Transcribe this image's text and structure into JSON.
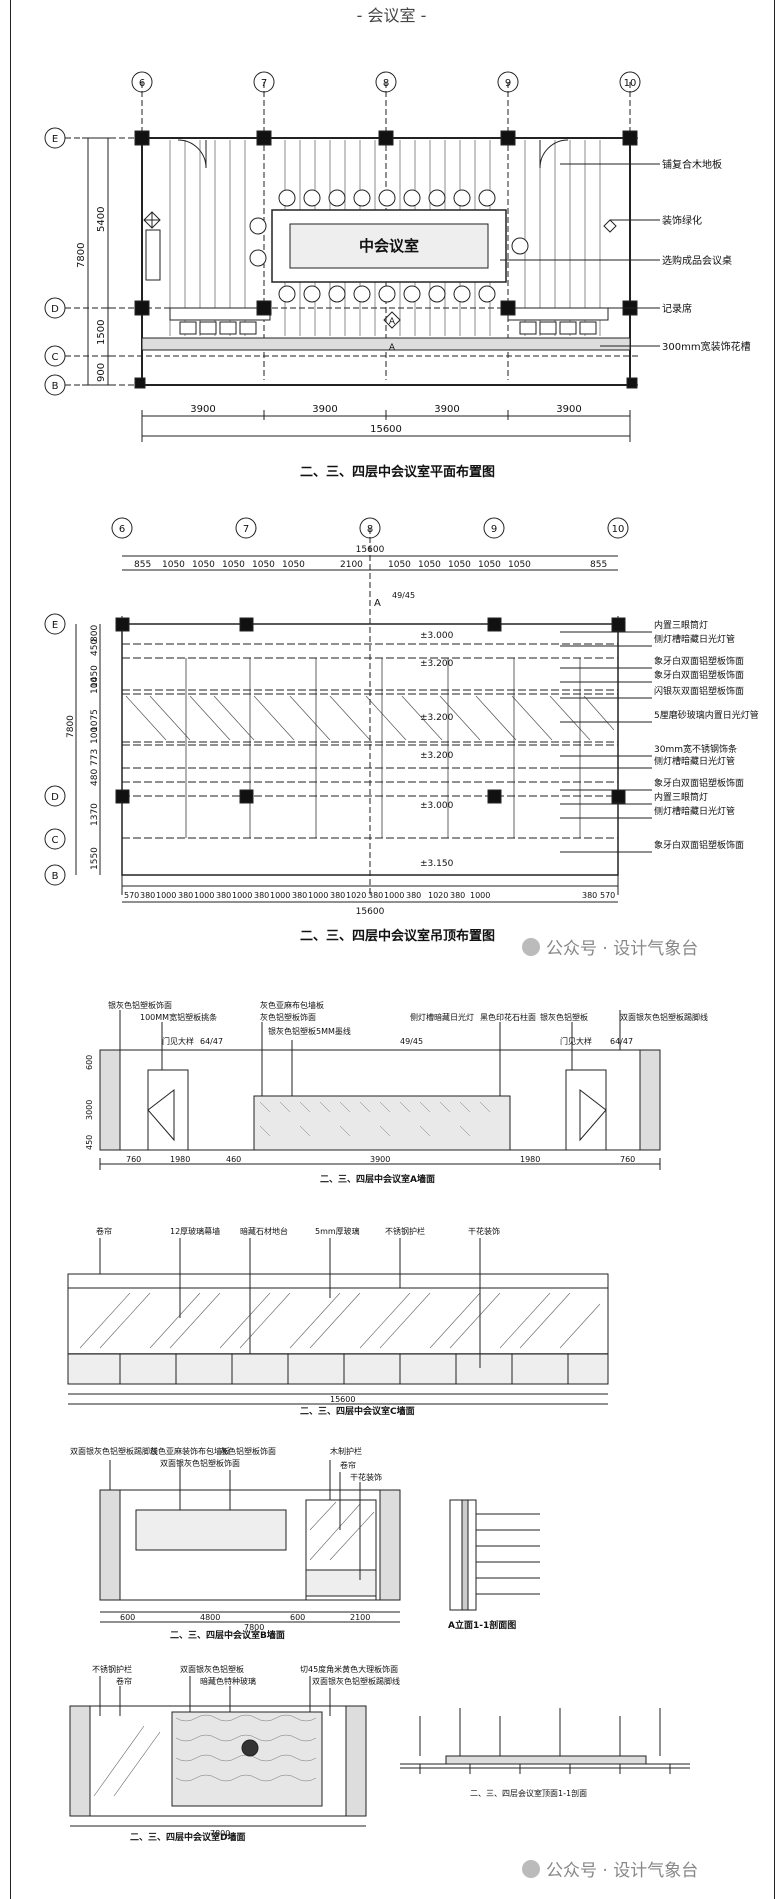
{
  "header": {
    "title": "- 会议室 -"
  },
  "plan1": {
    "axes_top": [
      "6",
      "7",
      "8",
      "9",
      "10"
    ],
    "axes_left": [
      "E",
      "D",
      "C",
      "B"
    ],
    "dims_left": [
      "7800",
      "5400",
      "1500",
      "900"
    ],
    "dims_bottom": [
      "3900",
      "3900",
      "3900",
      "3900"
    ],
    "total": "15600",
    "table_label": "中会议室",
    "callouts": [
      "铺复合木地板",
      "装饰绿化",
      "选购成品会议桌",
      "记录席",
      "300mm宽装饰花槽"
    ],
    "caption": "二、三、四层中会议室平面布置图",
    "A_marks": [
      "A",
      "A"
    ]
  },
  "plan2": {
    "axes_top": [
      "6",
      "7",
      "8",
      "9",
      "10"
    ],
    "axes_left": [
      "E",
      "D",
      "C",
      "B"
    ],
    "total_top": "15600",
    "top_dims": [
      "855",
      "1050",
      "1050",
      "1050",
      "1050",
      "1050",
      "2100",
      "1050",
      "1050",
      "1050",
      "1050",
      "1050",
      "855"
    ],
    "left_dims": [
      "800",
      "450",
      "1450",
      "100",
      "1075",
      "100",
      "773",
      "480",
      "7800",
      "1370",
      "1550"
    ],
    "bottom_dims": [
      "570",
      "380",
      "1000",
      "380",
      "1000",
      "380",
      "1000",
      "380",
      "1000",
      "380",
      "1000",
      "380",
      "1020",
      "380",
      "1000",
      "380",
      "1020",
      "380",
      "1000",
      "380",
      "570"
    ],
    "total_bottom": "15600",
    "levels": [
      "±3.000",
      "±3.200",
      "±3.200",
      "±3.200",
      "±3.000",
      "±3.150"
    ],
    "section_mark": "A",
    "detail_ref": "49/45",
    "callouts": [
      "内置三眼筒灯",
      "侧灯槽暗藏日光灯管",
      "象牙白双面铝塑板饰面",
      "象牙白双面铝塑板饰面",
      "闪银灰双面铝塑板饰面",
      "5厘磨砂玻璃内置日光灯管",
      "30mm宽不锈钢饰条",
      "侧灯槽暗藏日光灯管",
      "象牙白双面铝塑板饰面",
      "内置三眼筒灯",
      "侧灯槽暗藏日光灯管",
      "象牙白双面铝塑板饰面"
    ],
    "caption": "二、三、四层中会议室吊顶布置图"
  },
  "elevA": {
    "callouts": [
      "银灰色铝塑板饰面",
      "100MM宽铝塑板挑条",
      "灰色亚麻布包墙板",
      "灰色铝塑板饰面",
      "银灰色铝塑板5MM墨线",
      "侧灯槽暗藏日光灯",
      "黑色印花石柱面",
      "银灰色铝塑板",
      "双面银灰色铝塑板踢脚线",
      "门见大样",
      "门见大样"
    ],
    "refs": [
      "64/47",
      "49/45",
      "64/47"
    ],
    "dims": [
      "760",
      "1980",
      "460",
      "3900",
      "1980",
      "760"
    ],
    "heights": [
      "600",
      "3000",
      "450"
    ],
    "caption": "二、三、四层中会议室A墙面"
  },
  "elevC": {
    "callouts": [
      "卷帘",
      "12厚玻璃幕墙",
      "暗藏石材地台",
      "5mm厚玻璃",
      "不锈钢护栏",
      "干花装饰"
    ],
    "total": "15600",
    "caption": "二、三、四层中会议室C墙面"
  },
  "elevB": {
    "callouts": [
      "双面银灰色铝塑板踢脚线",
      "灰色亚麻装饰布包墙板",
      "灰色铝塑板饰面",
      "双面银灰色铝塑板饰面",
      "木制护栏",
      "卷帘",
      "干花装饰"
    ],
    "dims": [
      "600",
      "4800",
      "600",
      "2100"
    ],
    "total": "7800",
    "caption": "二、三、四层中会议室B墙面"
  },
  "sectionA": {
    "caption": "A立面1-1剖面图"
  },
  "elevD": {
    "callouts": [
      "不锈钢护栏",
      "卷帘",
      "双面银灰色铝塑板",
      "暗藏色特种玻璃",
      "切45度角米黄色大理板饰面",
      "双面银灰色铝塑板踢脚线"
    ],
    "total": "7800",
    "caption": "二、三、四层中会议室D墙面"
  },
  "ceilSection": {
    "caption": "二、三、四层会议室顶面1-1剖面"
  },
  "watermark": {
    "text": "公众号 · 设计气象台"
  }
}
